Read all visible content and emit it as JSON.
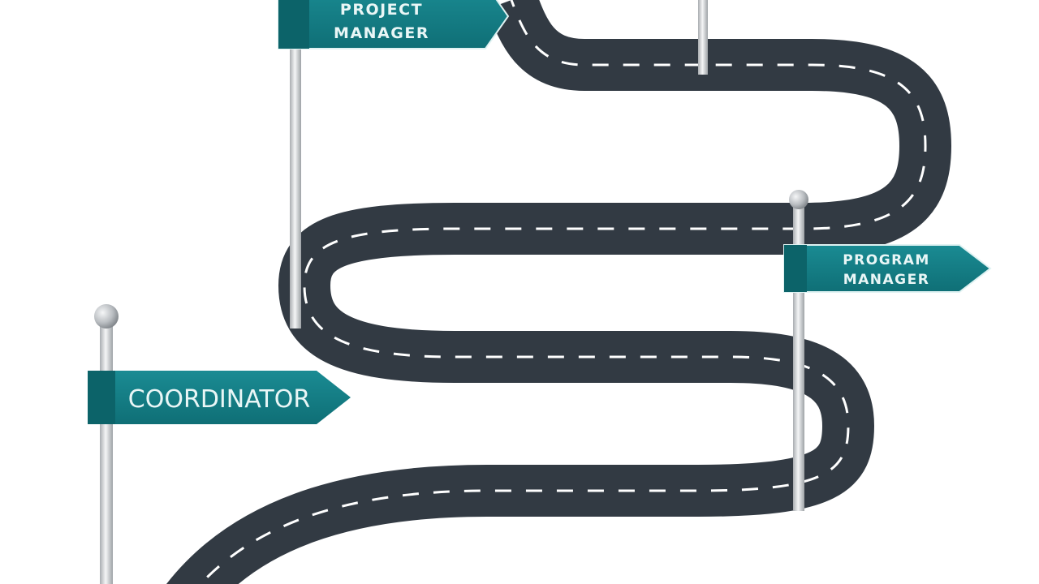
{
  "signs": {
    "project_manager": {
      "line1": "PROJECT",
      "line2": "MANAGER"
    },
    "program_manager": {
      "line1": "PROGRAM",
      "line2": "MANAGER"
    },
    "coordinator": {
      "line1": "COORDINATOR"
    }
  },
  "colors": {
    "road": "#323a43",
    "lane_marking": "#ffffff",
    "sign_teal": "#137f87",
    "sign_teal_dark": "#0c6369",
    "pole": "#d6d8da",
    "background": "#ffffff"
  }
}
